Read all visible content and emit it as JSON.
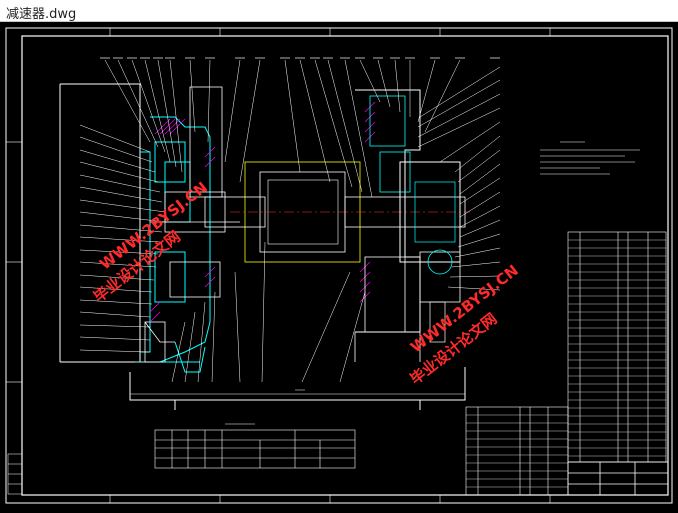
{
  "window": {
    "title": "减速器.dwg"
  },
  "watermark": {
    "text_top": "WWW.2BYSJ.CN",
    "text_bottom": "毕业设计论文网",
    "color": "#ff2a2a"
  },
  "colors": {
    "background": "#000000",
    "line_white": "#ffffff",
    "line_cyan": "#00ffff",
    "line_green": "#00ff00",
    "line_yellow": "#ffff00",
    "line_magenta": "#ff00ff",
    "line_red": "#ff3030"
  }
}
